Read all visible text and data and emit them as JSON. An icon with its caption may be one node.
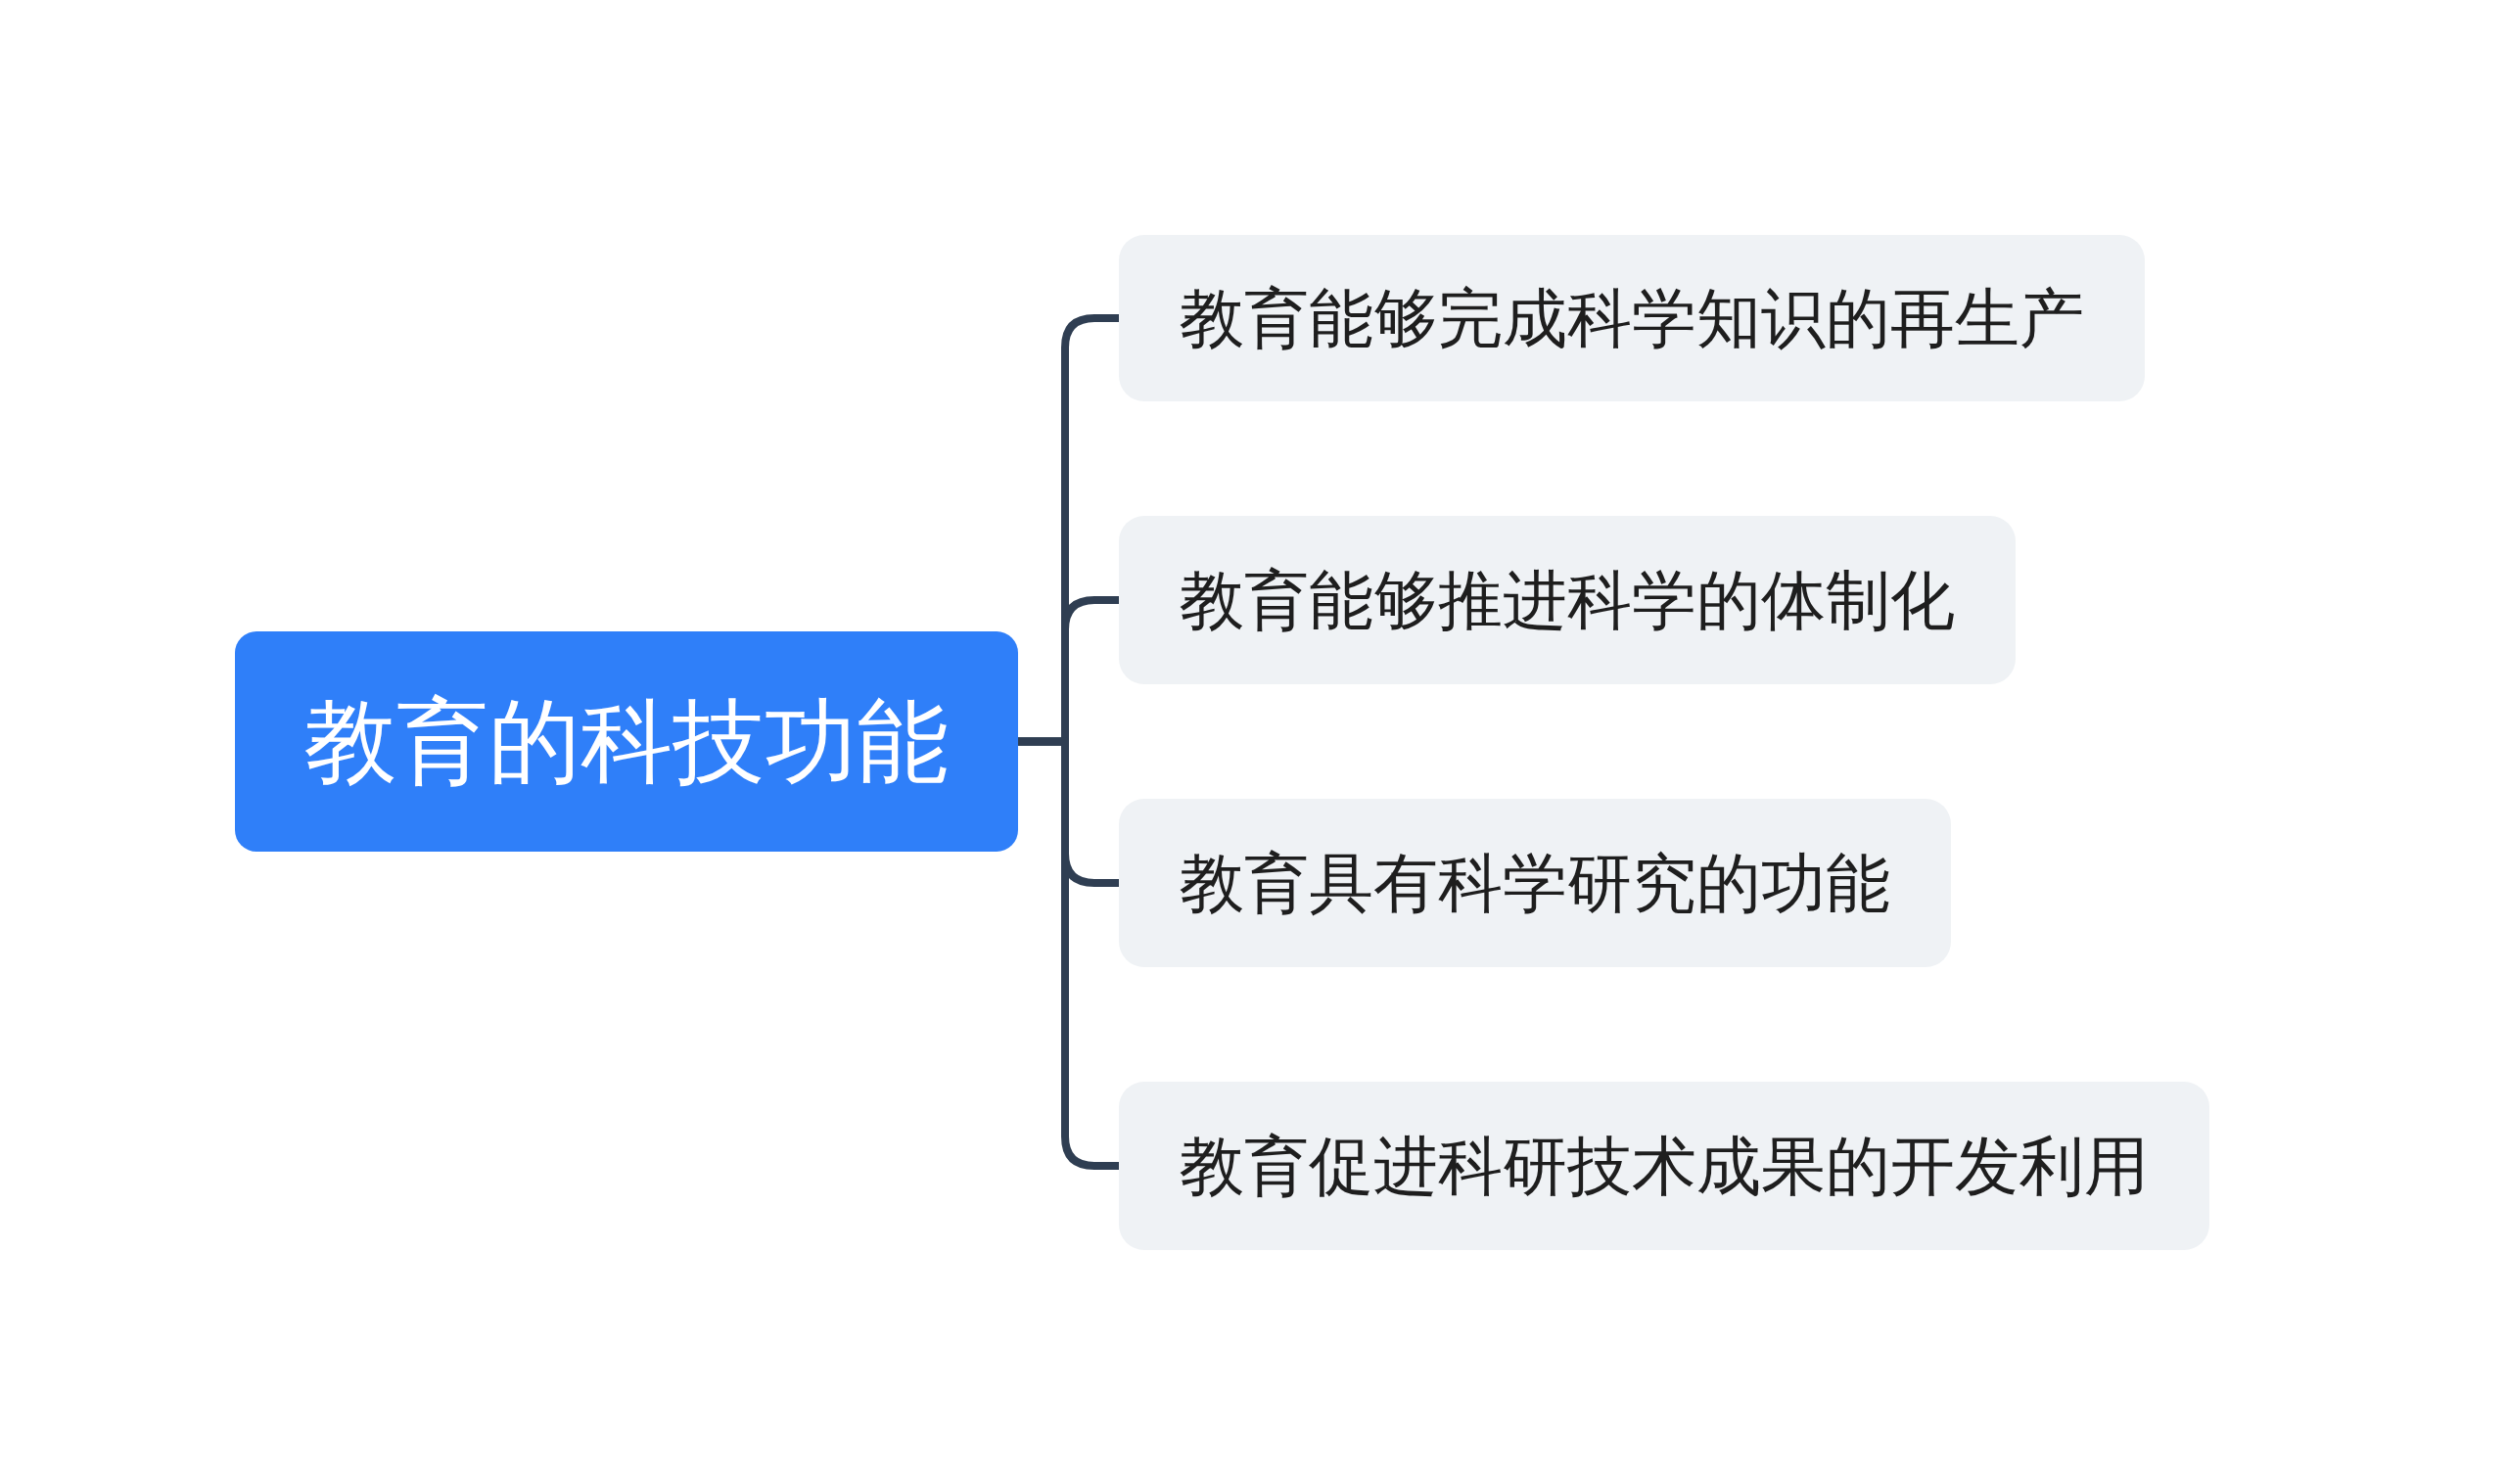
{
  "diagram": {
    "nodes": [
      {
        "text": [
          "教育的科技功能"
        ]
      },
      {
        "text": [
          "教育能够完成科学知识的再生产"
        ]
      },
      {
        "text": [
          "教育能够推进科学的体制化"
        ]
      },
      {
        "text": [
          "教育具有科学研究的功能"
        ]
      },
      {
        "text": [
          "教育促进科研技术成果的开发利用"
        ]
      }
    ],
    "edges": [
      {
        "from": 0,
        "to": 1,
        "arrow": "none"
      },
      {
        "from": 0,
        "to": 2,
        "arrow": "none"
      },
      {
        "from": 0,
        "to": 3,
        "arrow": "none"
      },
      {
        "from": 0,
        "to": 4,
        "arrow": "none"
      }
    ]
  }
}
